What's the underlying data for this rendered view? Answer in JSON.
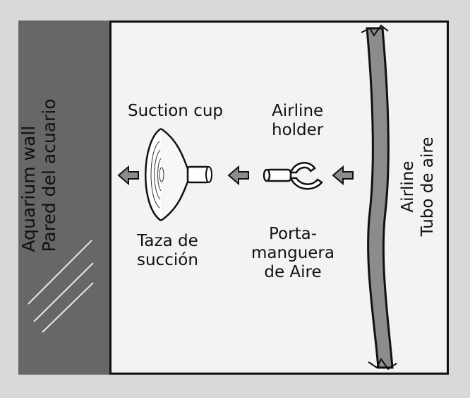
{
  "wall": {
    "label_en": "Aquarium wall",
    "label_es": "Pared del acuario",
    "color": "#676767"
  },
  "suction_cup": {
    "label_en": "Suction cup",
    "label_es_line1": "Taza de",
    "label_es_line2": "succión"
  },
  "airline_holder": {
    "label_en_line1": "Airline",
    "label_en_line2": "holder",
    "label_es_line1": "Porta-",
    "label_es_line2": "manguera",
    "label_es_line3": "de Aire"
  },
  "airline": {
    "label_en": "Airline",
    "label_es": "Tubo de aire",
    "color": "#8c8c8c"
  },
  "arrows": [
    "arrow-left-icon",
    "arrow-left-icon",
    "arrow-left-icon"
  ]
}
